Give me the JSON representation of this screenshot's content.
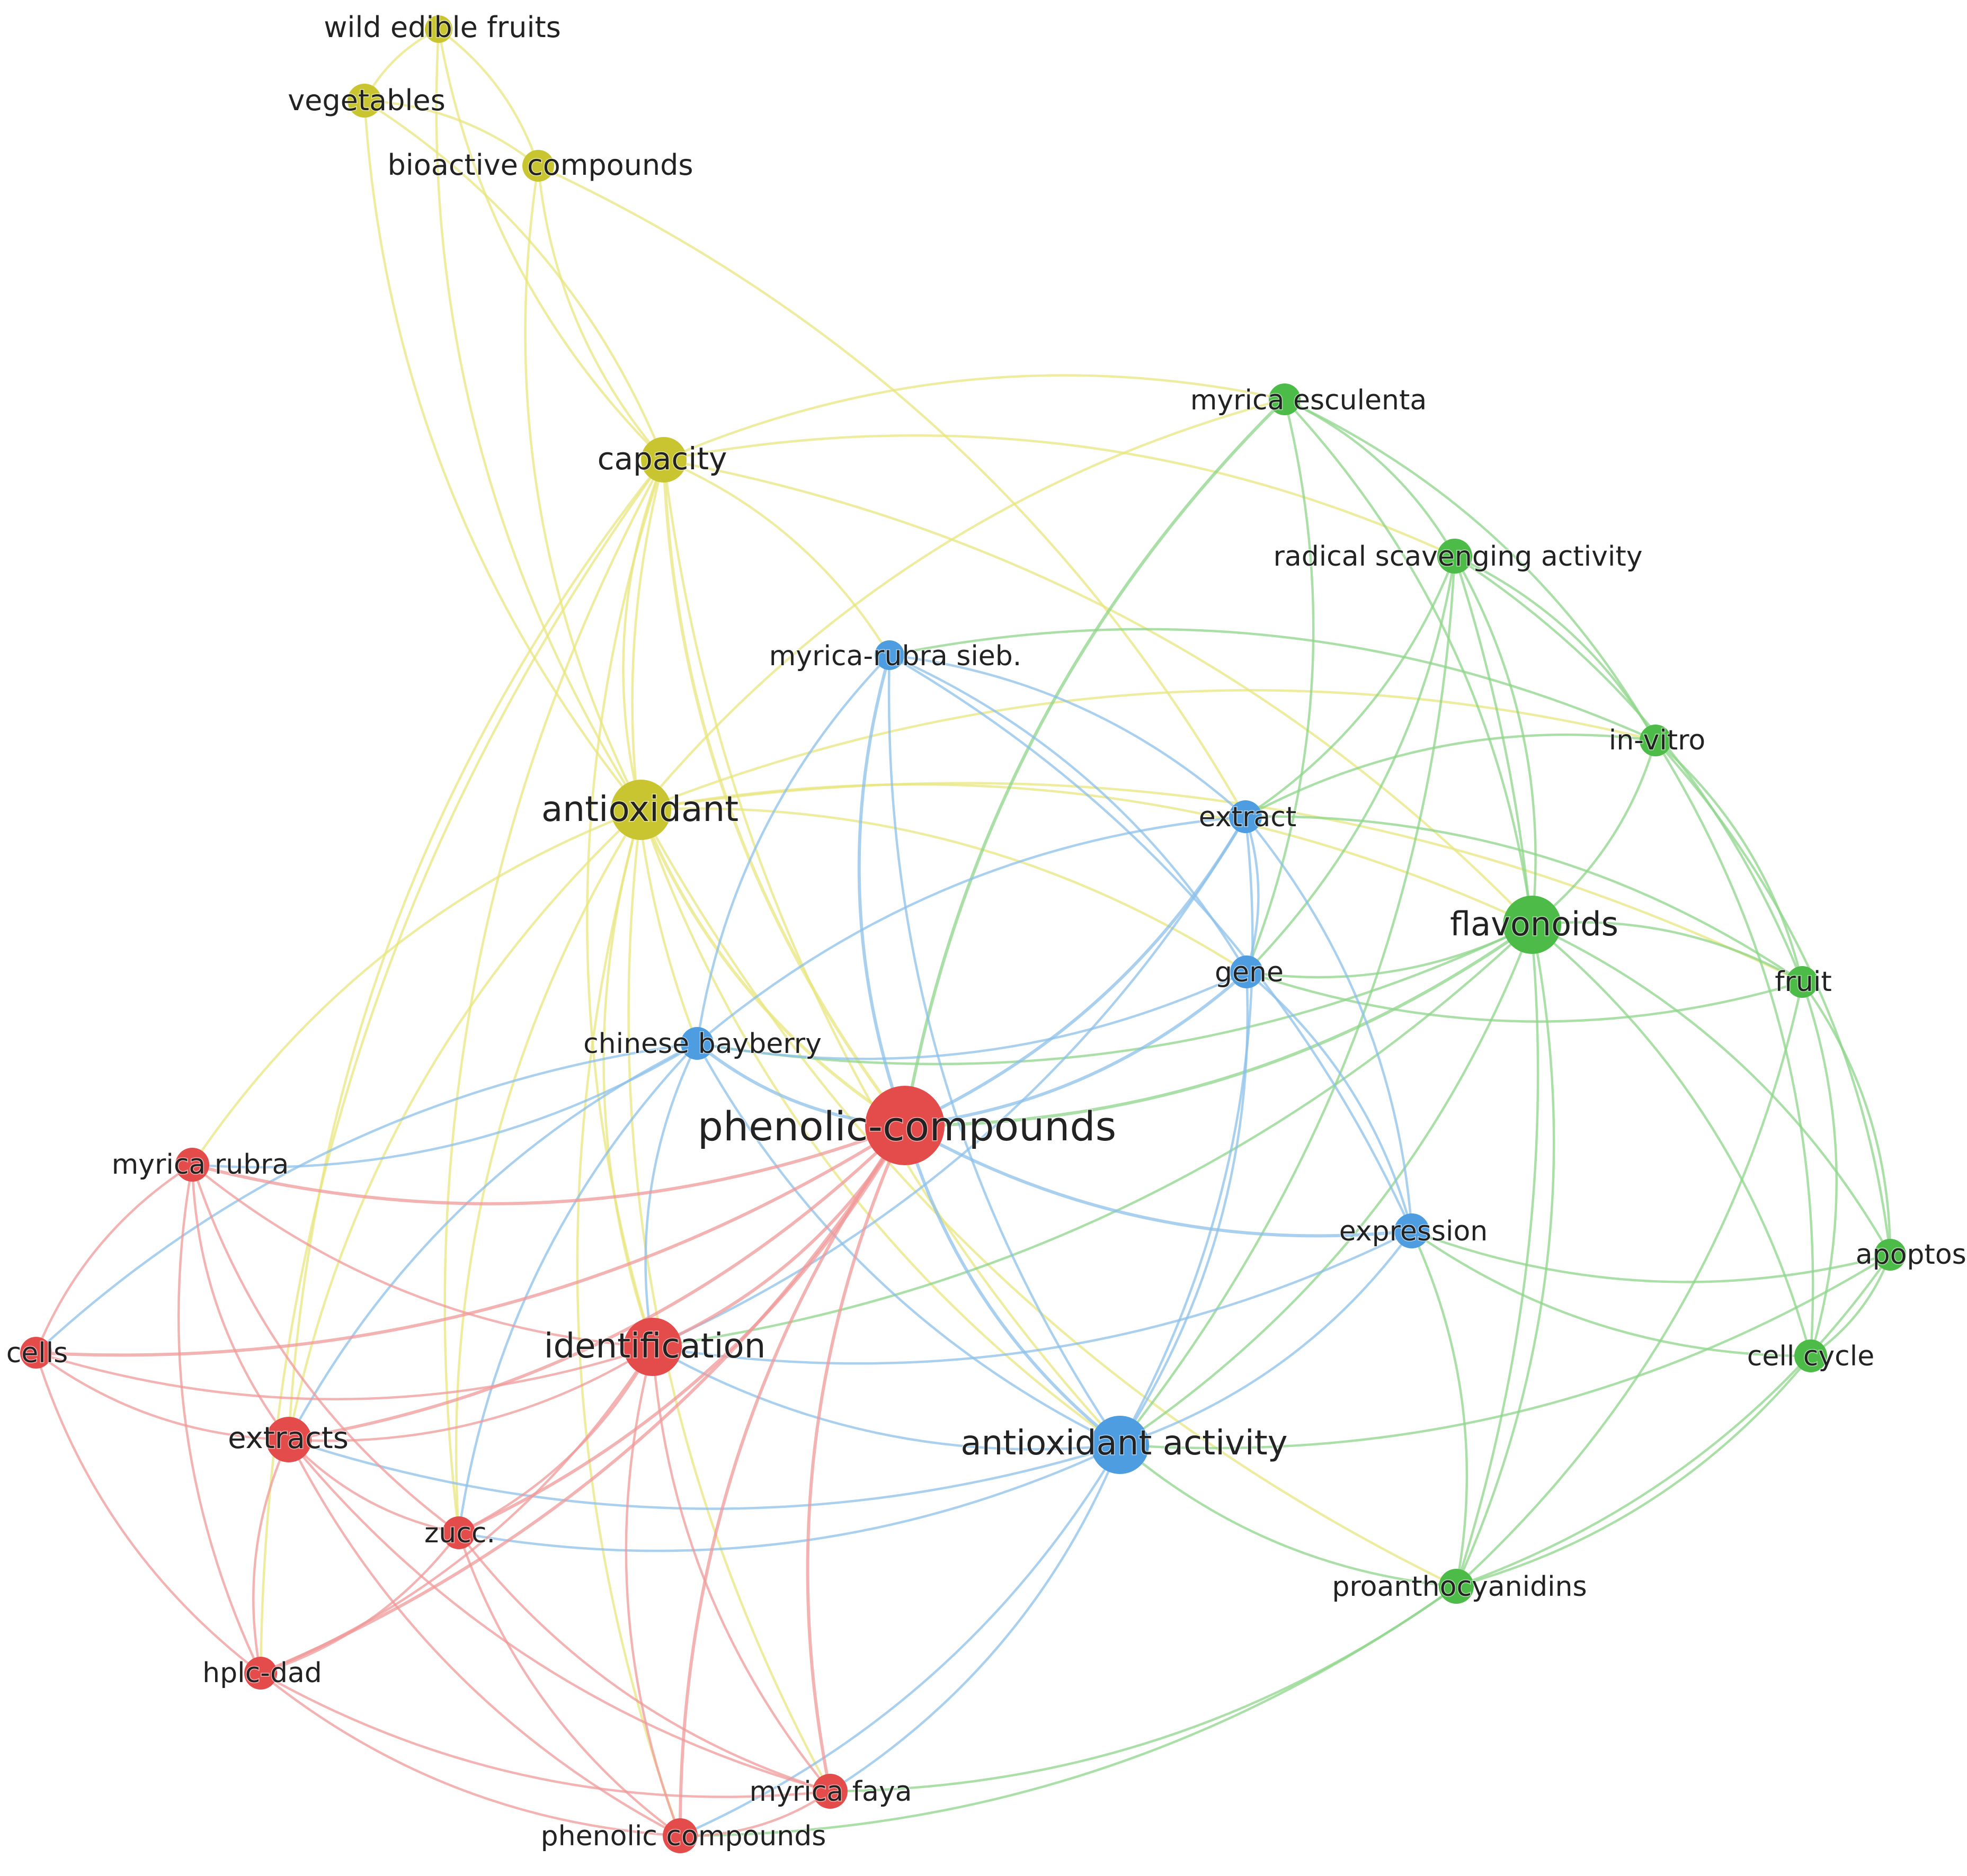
{
  "colors": {
    "yellow": "#c9c531",
    "green": "#4cbb47",
    "blue": "#4d9de0",
    "red": "#e44c4c",
    "edge_yellow": "#e8e67f",
    "edge_green": "#8ed68a",
    "edge_blue": "#8cc0ea",
    "edge_red": "#f09a9a"
  },
  "nodes": [
    {
      "id": "wild-edible-fruits",
      "label": "wild edible fruits",
      "cluster": "yellow"
    },
    {
      "id": "vegetables",
      "label": "vegetables",
      "cluster": "yellow"
    },
    {
      "id": "bioactive-compounds",
      "label": "bioactive compounds",
      "cluster": "yellow"
    },
    {
      "id": "capacity",
      "label": "capacity",
      "cluster": "yellow"
    },
    {
      "id": "antioxidant",
      "label": "antioxidant",
      "cluster": "yellow"
    },
    {
      "id": "myrica-esculenta",
      "label": "myrica esculenta",
      "cluster": "green"
    },
    {
      "id": "radical-scavenging-activity",
      "label": "radical scavenging activity",
      "cluster": "green"
    },
    {
      "id": "in-vitro",
      "label": "in-vitro",
      "cluster": "green"
    },
    {
      "id": "flavonoids",
      "label": "flavonoids",
      "cluster": "green"
    },
    {
      "id": "fruit",
      "label": "fruit",
      "cluster": "green"
    },
    {
      "id": "apoptosis",
      "label": "apoptosis",
      "cluster": "green"
    },
    {
      "id": "cell-cycle",
      "label": "cell cycle",
      "cluster": "green"
    },
    {
      "id": "proanthocyanidins",
      "label": "proanthocyanidins",
      "cluster": "green"
    },
    {
      "id": "myrica-rubra-sieb",
      "label": "myrica-rubra sieb.",
      "cluster": "blue"
    },
    {
      "id": "extract",
      "label": "extract",
      "cluster": "blue"
    },
    {
      "id": "gene",
      "label": "gene",
      "cluster": "blue"
    },
    {
      "id": "chinese-bayberry",
      "label": "chinese bayberry",
      "cluster": "blue"
    },
    {
      "id": "expression",
      "label": "expression",
      "cluster": "blue"
    },
    {
      "id": "antioxidant-activity",
      "label": "antioxidant activity",
      "cluster": "blue"
    },
    {
      "id": "phenolic-compounds-main",
      "label": "phenolic-compounds",
      "cluster": "red"
    },
    {
      "id": "myrica-rubra",
      "label": "myrica rubra",
      "cluster": "red"
    },
    {
      "id": "cells",
      "label": "cells",
      "cluster": "red"
    },
    {
      "id": "identification",
      "label": "identification",
      "cluster": "red"
    },
    {
      "id": "extracts",
      "label": "extracts",
      "cluster": "red"
    },
    {
      "id": "zucc",
      "label": "zucc.",
      "cluster": "red"
    },
    {
      "id": "hplc-dad",
      "label": "hplc-dad",
      "cluster": "red"
    },
    {
      "id": "myrica-faya",
      "label": "myrica faya",
      "cluster": "red"
    },
    {
      "id": "phenolic-compounds-2",
      "label": "phenolic compounds",
      "cluster": "red"
    }
  ],
  "edges": [
    [
      "wild-edible-fruits",
      "vegetables"
    ],
    [
      "wild-edible-fruits",
      "bioactive-compounds"
    ],
    [
      "wild-edible-fruits",
      "capacity"
    ],
    [
      "wild-edible-fruits",
      "antioxidant"
    ],
    [
      "vegetables",
      "bioactive-compounds"
    ],
    [
      "vegetables",
      "capacity"
    ],
    [
      "vegetables",
      "antioxidant"
    ],
    [
      "bioactive-compounds",
      "capacity"
    ],
    [
      "bioactive-compounds",
      "antioxidant"
    ],
    [
      "bioactive-compounds",
      "extract"
    ],
    [
      "capacity",
      "antioxidant"
    ],
    [
      "capacity",
      "myrica-esculenta"
    ],
    [
      "capacity",
      "radical-scavenging-activity"
    ],
    [
      "capacity",
      "flavonoids"
    ],
    [
      "capacity",
      "phenolic-compounds-main"
    ],
    [
      "capacity",
      "identification"
    ],
    [
      "capacity",
      "extracts"
    ],
    [
      "capacity",
      "zucc"
    ],
    [
      "capacity",
      "hplc-dad"
    ],
    [
      "capacity",
      "chinese-bayberry"
    ],
    [
      "capacity",
      "antioxidant-activity"
    ],
    [
      "antioxidant",
      "in-vitro"
    ],
    [
      "antioxidant",
      "myrica-esculenta"
    ],
    [
      "antioxidant",
      "flavonoids"
    ],
    [
      "antioxidant",
      "gene"
    ],
    [
      "antioxidant",
      "phenolic-compounds-main"
    ],
    [
      "antioxidant",
      "identification"
    ],
    [
      "antioxidant",
      "extracts"
    ],
    [
      "antioxidant",
      "myrica-rubra"
    ],
    [
      "antioxidant",
      "myrica-faya"
    ],
    [
      "antioxidant",
      "phenolic-compounds-2"
    ],
    [
      "antioxidant",
      "zucc"
    ],
    [
      "antioxidant",
      "proanthocyanidins"
    ],
    [
      "antioxidant",
      "antioxidant-activity"
    ],
    [
      "antioxidant",
      "fruit"
    ],
    [
      "myrica-esculenta",
      "radical-scavenging-activity"
    ],
    [
      "myrica-esculenta",
      "in-vitro"
    ],
    [
      "myrica-esculenta",
      "flavonoids"
    ],
    [
      "myrica-esculenta",
      "gene"
    ],
    [
      "myrica-esculenta",
      "phenolic-compounds-main"
    ],
    [
      "radical-scavenging-activity",
      "in-vitro"
    ],
    [
      "radical-scavenging-activity",
      "flavonoids"
    ],
    [
      "radical-scavenging-activity",
      "fruit"
    ],
    [
      "radical-scavenging-activity",
      "extract"
    ],
    [
      "radical-scavenging-activity",
      "gene"
    ],
    [
      "radical-scavenging-activity",
      "proanthocyanidins"
    ],
    [
      "radical-scavenging-activity",
      "antioxidant-activity"
    ],
    [
      "in-vitro",
      "flavonoids"
    ],
    [
      "in-vitro",
      "fruit"
    ],
    [
      "in-vitro",
      "apoptosis"
    ],
    [
      "in-vitro",
      "cell-cycle"
    ],
    [
      "in-vitro",
      "myrica-rubra-sieb"
    ],
    [
      "in-vitro",
      "extract"
    ],
    [
      "flavonoids",
      "fruit"
    ],
    [
      "flavonoids",
      "apoptosis"
    ],
    [
      "flavonoids",
      "cell-cycle"
    ],
    [
      "flavonoids",
      "proanthocyanidins"
    ],
    [
      "flavonoids",
      "phenolic-compounds-main"
    ],
    [
      "flavonoids",
      "gene"
    ],
    [
      "flavonoids",
      "antioxidant-activity"
    ],
    [
      "flavonoids",
      "identification"
    ],
    [
      "flavonoids",
      "chinese-bayberry"
    ],
    [
      "fruit",
      "apoptosis"
    ],
    [
      "fruit",
      "cell-cycle"
    ],
    [
      "fruit",
      "proanthocyanidins"
    ],
    [
      "fruit",
      "extract"
    ],
    [
      "fruit",
      "gene"
    ],
    [
      "apoptosis",
      "cell-cycle"
    ],
    [
      "apoptosis",
      "proanthocyanidins"
    ],
    [
      "apoptosis",
      "antioxidant-activity"
    ],
    [
      "apoptosis",
      "expression"
    ],
    [
      "cell-cycle",
      "proanthocyanidins"
    ],
    [
      "cell-cycle",
      "expression"
    ],
    [
      "proanthocyanidins",
      "phenolic-compounds-2"
    ],
    [
      "proanthocyanidins",
      "myrica-faya"
    ],
    [
      "proanthocyanidins",
      "antioxidant-activity"
    ],
    [
      "proanthocyanidins",
      "expression"
    ],
    [
      "myrica-rubra-sieb",
      "capacity"
    ],
    [
      "myrica-rubra-sieb",
      "extract"
    ],
    [
      "myrica-rubra-sieb",
      "gene"
    ],
    [
      "myrica-rubra-sieb",
      "expression"
    ],
    [
      "myrica-rubra-sieb",
      "antioxidant-activity"
    ],
    [
      "myrica-rubra-sieb",
      "chinese-bayberry"
    ],
    [
      "myrica-rubra-sieb",
      "phenolic-compounds-main"
    ],
    [
      "extract",
      "gene"
    ],
    [
      "extract",
      "expression"
    ],
    [
      "extract",
      "antioxidant-activity"
    ],
    [
      "extract",
      "phenolic-compounds-main"
    ],
    [
      "extract",
      "chinese-bayberry"
    ],
    [
      "extract",
      "identification"
    ],
    [
      "gene",
      "expression"
    ],
    [
      "gene",
      "antioxidant-activity"
    ],
    [
      "gene",
      "chinese-bayberry"
    ],
    [
      "gene",
      "phenolic-compounds-main"
    ],
    [
      "chinese-bayberry",
      "phenolic-compounds-main"
    ],
    [
      "chinese-bayberry",
      "antioxidant-activity"
    ],
    [
      "chinese-bayberry",
      "identification"
    ],
    [
      "chinese-bayberry",
      "extracts"
    ],
    [
      "chinese-bayberry",
      "cells"
    ],
    [
      "chinese-bayberry",
      "myrica-rubra"
    ],
    [
      "chinese-bayberry",
      "zucc"
    ],
    [
      "expression",
      "antioxidant-activity"
    ],
    [
      "expression",
      "phenolic-compounds-main"
    ],
    [
      "expression",
      "identification"
    ],
    [
      "antioxidant-activity",
      "phenolic-compounds-main"
    ],
    [
      "antioxidant-activity",
      "identification"
    ],
    [
      "antioxidant-activity",
      "myrica-faya"
    ],
    [
      "antioxidant-activity",
      "zucc"
    ],
    [
      "antioxidant-activity",
      "phenolic-compounds-2"
    ],
    [
      "antioxidant-activity",
      "extracts"
    ],
    [
      "phenolic-compounds-main",
      "identification"
    ],
    [
      "phenolic-compounds-main",
      "myrica-rubra"
    ],
    [
      "phenolic-compounds-main",
      "extracts"
    ],
    [
      "phenolic-compounds-main",
      "hplc-dad"
    ],
    [
      "phenolic-compounds-main",
      "cells"
    ],
    [
      "phenolic-compounds-main",
      "myrica-faya"
    ],
    [
      "phenolic-compounds-main",
      "phenolic-compounds-2"
    ],
    [
      "phenolic-compounds-main",
      "zucc"
    ],
    [
      "myrica-rubra",
      "cells"
    ],
    [
      "myrica-rubra",
      "extracts"
    ],
    [
      "myrica-rubra",
      "identification"
    ],
    [
      "myrica-rubra",
      "zucc"
    ],
    [
      "myrica-rubra",
      "hplc-dad"
    ],
    [
      "cells",
      "extracts"
    ],
    [
      "cells",
      "identification"
    ],
    [
      "cells",
      "hplc-dad"
    ],
    [
      "identification",
      "extracts"
    ],
    [
      "identification",
      "zucc"
    ],
    [
      "identification",
      "hplc-dad"
    ],
    [
      "identification",
      "myrica-faya"
    ],
    [
      "identification",
      "phenolic-compounds-2"
    ],
    [
      "extracts",
      "zucc"
    ],
    [
      "extracts",
      "hplc-dad"
    ],
    [
      "extracts",
      "myrica-faya"
    ],
    [
      "extracts",
      "phenolic-compounds-2"
    ],
    [
      "zucc",
      "hplc-dad"
    ],
    [
      "zucc",
      "myrica-faya"
    ],
    [
      "zucc",
      "phenolic-compounds-2"
    ],
    [
      "hplc-dad",
      "myrica-faya"
    ],
    [
      "hplc-dad",
      "phenolic-compounds-2"
    ],
    [
      "myrica-faya",
      "phenolic-compounds-2"
    ]
  ]
}
